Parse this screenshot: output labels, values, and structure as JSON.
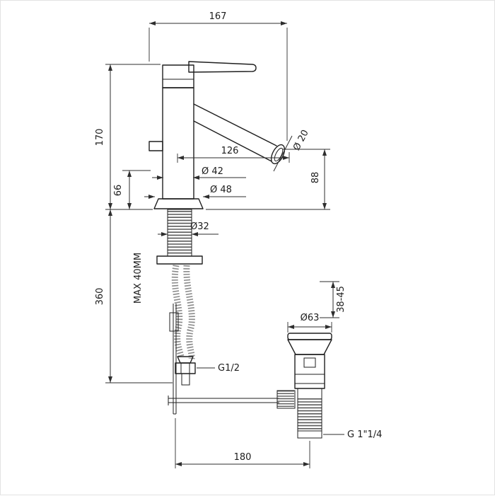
{
  "drawing": {
    "type": "technical-dimension-drawing",
    "subject": "single-lever bidet mixer with pop-up waste",
    "colors": {
      "background": "#ffffff",
      "line": "#1f1f1f",
      "dimension_line": "#2e2e2e",
      "thread_hatch": "#5a5a5a",
      "hose_braid": "#8a8a8a"
    },
    "dims": {
      "d167": "167",
      "d170": "170",
      "d66": "66",
      "d360": "360",
      "max40": "MAX 40MM",
      "d126": "126",
      "d20": "Ø 20",
      "d42": "Ø 42",
      "d48": "Ø 48",
      "d88": "88",
      "d32": "Ø32",
      "d3845": "38-45",
      "d63": "Ø63",
      "g12": "G1/2",
      "g114": "G 1\"1/4",
      "d180": "180"
    }
  }
}
